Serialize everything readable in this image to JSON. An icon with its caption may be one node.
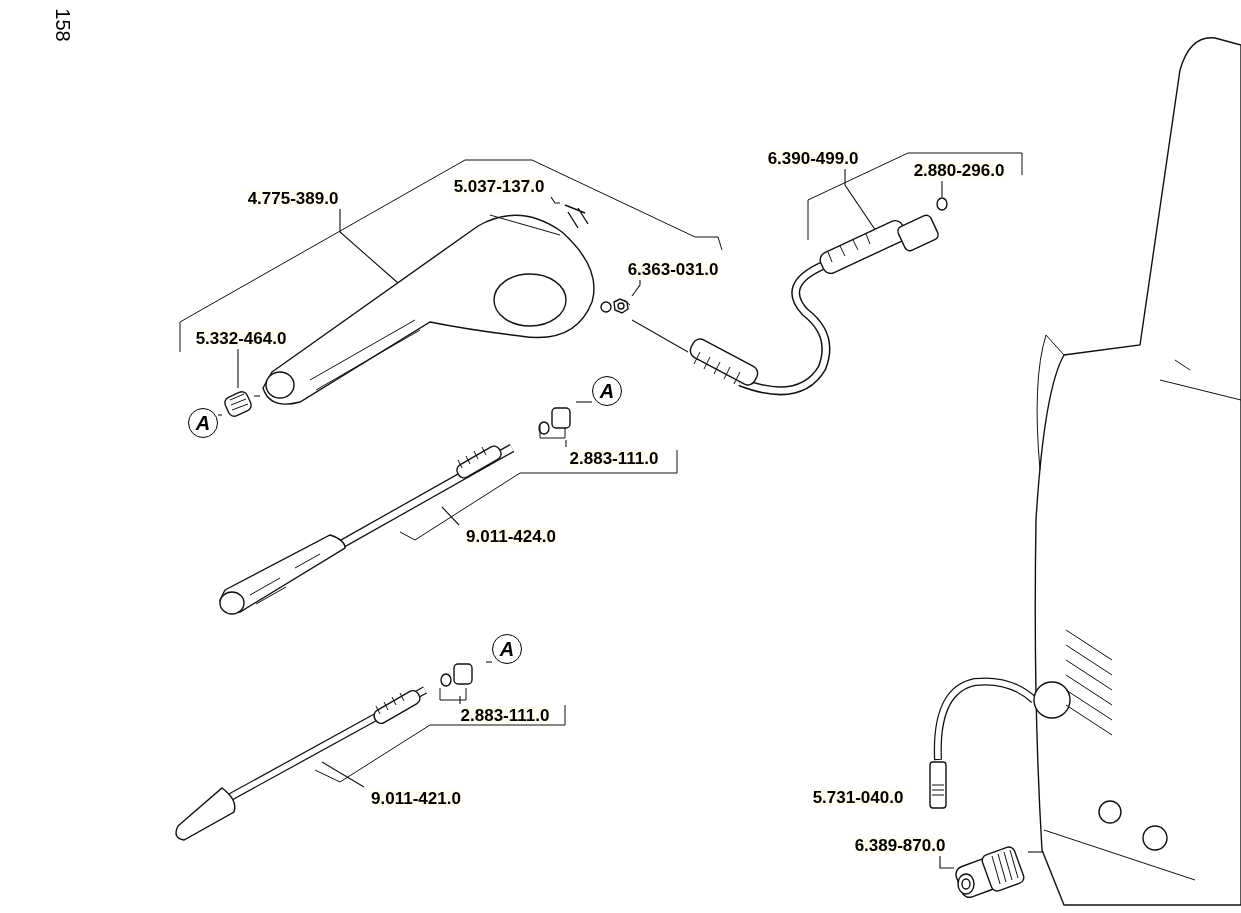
{
  "diagram": {
    "nodes": [
      {
        "text": [
          "4.775-389.0"
        ]
      },
      {
        "text": [],
        "shape": "picture"
      },
      {
        "text": [
          "5.037-137.0"
        ]
      },
      {
        "text": [],
        "shape": "picture"
      },
      {
        "text": [
          "6.363-031.0"
        ]
      },
      {
        "text": [],
        "shape": "picture"
      },
      {
        "text": [
          "5.332-464.0"
        ]
      },
      {
        "text": [],
        "shape": "picture"
      },
      {
        "text": [
          "6.390-499.0"
        ]
      },
      {
        "text": [],
        "shape": "picture"
      },
      {
        "text": [
          "2.880-296.0"
        ]
      },
      {
        "text": [],
        "shape": "circle"
      },
      {
        "text": [
          "2.883-111.0"
        ]
      },
      {
        "text": [],
        "shape": "picture"
      },
      {
        "text": [
          "9.011-424.0"
        ]
      },
      {
        "text": [],
        "shape": "picture"
      },
      {
        "text": [
          "2.883-111.0"
        ]
      },
      {
        "text": [],
        "shape": "picture"
      },
      {
        "text": [
          "9.011-421.0"
        ]
      },
      {
        "text": [],
        "shape": "picture"
      },
      {
        "text": [
          "5.731-040.0"
        ]
      },
      {
        "text": [],
        "shape": "picture"
      },
      {
        "text": [
          "6.389-870.0"
        ]
      },
      {
        "text": [],
        "shape": "picture"
      },
      {
        "text": [],
        "shape": "picture"
      },
      {
        "text": [
          "A"
        ]
      },
      {
        "text": [
          "A"
        ]
      },
      {
        "text": [
          "A"
        ]
      }
    ],
    "edges": [
      {
        "from": 0,
        "to": 1,
        "arrow": "none"
      },
      {
        "from": 2,
        "to": 3,
        "arrow": "none"
      },
      {
        "from": 4,
        "to": 5,
        "arrow": "none"
      },
      {
        "from": 6,
        "to": 7,
        "arrow": "none"
      },
      {
        "from": 8,
        "to": 9,
        "arrow": "none"
      },
      {
        "from": 10,
        "to": 11,
        "arrow": "none"
      },
      {
        "from": 12,
        "to": 13,
        "arrow": "none"
      },
      {
        "from": 14,
        "to": 15,
        "arrow": "none"
      },
      {
        "from": 16,
        "to": 17,
        "arrow": "none"
      },
      {
        "from": 18,
        "to": 19,
        "arrow": "none"
      },
      {
        "from": 22,
        "to": 23,
        "arrow": "none"
      },
      {
        "from": 7,
        "to": 1,
        "arrow": "none"
      },
      {
        "from": 25,
        "to": 7,
        "arrow": "none"
      },
      {
        "from": 5,
        "to": 9,
        "arrow": "none"
      },
      {
        "from": 13,
        "to": 26,
        "arrow": "none"
      },
      {
        "from": 17,
        "to": 27,
        "arrow": "none"
      },
      {
        "from": 23,
        "to": 24,
        "arrow": "none"
      }
    ],
    "labels": [
      "158"
    ]
  }
}
